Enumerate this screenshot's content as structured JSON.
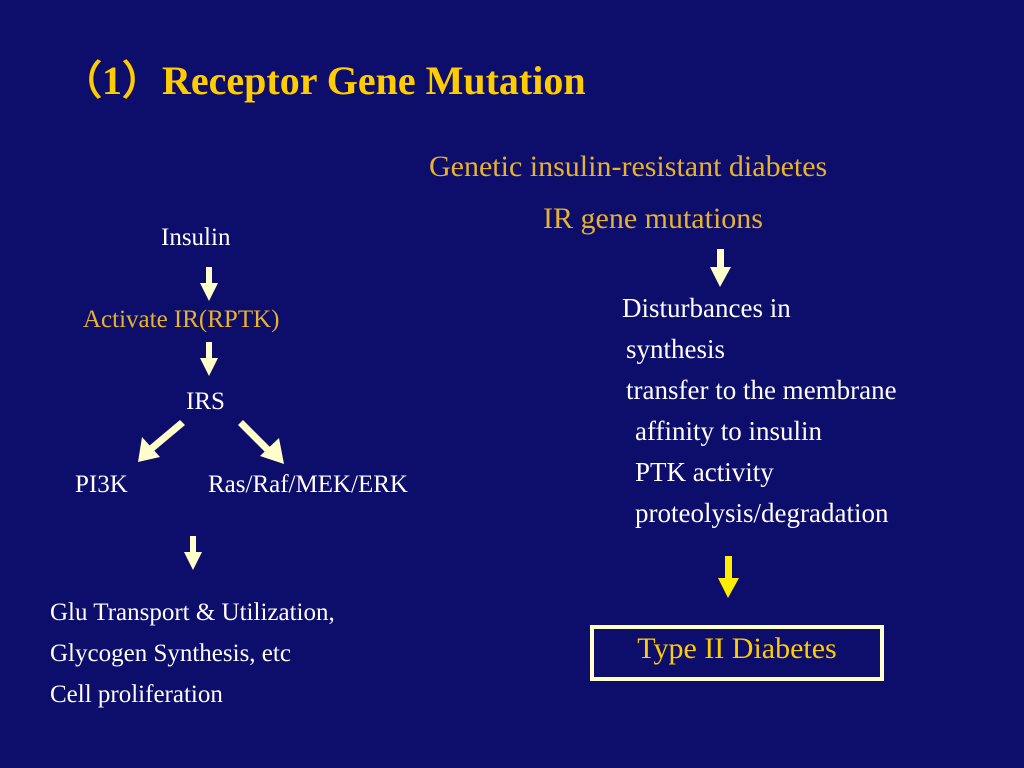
{
  "title": "（1）Receptor Gene Mutation",
  "right": {
    "heading1": "Genetic insulin-resistant diabetes",
    "heading2": "IR gene mutations",
    "disturbances": [
      "Disturbances in",
      "synthesis",
      "transfer to the membrane",
      "affinity to insulin",
      "PTK activity",
      "proteolysis/degradation"
    ],
    "outcome": "Type II  Diabetes"
  },
  "left": {
    "insulin": "Insulin",
    "activate": "Activate IR(RPTK)",
    "irs": "IRS",
    "pi3k": "PI3K",
    "ras": "Ras/Raf/MEK/ERK",
    "effects": [
      "Glu Transport & Utilization,",
      "Glycogen Synthesis, etc",
      "Cell proliferation"
    ]
  },
  "colors": {
    "background": "#0d0d6b",
    "title": "#ffcc00",
    "accent_text": "#e8b22e",
    "arrow_white": "#ffffcc",
    "arrow_yellow": "#ffee00"
  }
}
